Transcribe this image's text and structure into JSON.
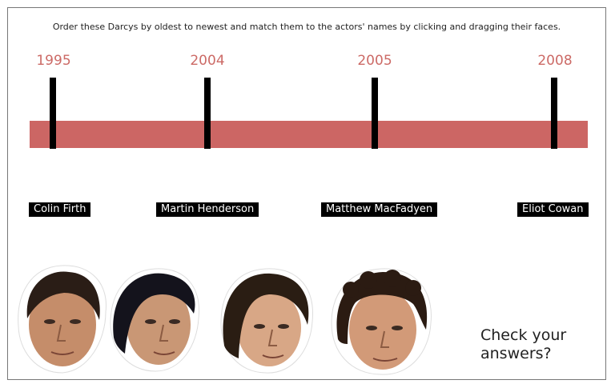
{
  "instructions": "Order these Darcys by oldest to newest and match them to the actors' names by clicking and dragging their faces.",
  "timeline": {
    "years": [
      "1995",
      "2004",
      "2005",
      "2008"
    ],
    "bar_color": "#cc6664",
    "year_color": "#cc6a66"
  },
  "actors": [
    "Colin Firth",
    "Martin Henderson",
    "Matthew MacFadyen",
    "Eliot Cowan"
  ],
  "faces": [
    {
      "icon": "actor-face-1-icon"
    },
    {
      "icon": "actor-face-2-icon"
    },
    {
      "icon": "actor-face-3-icon"
    },
    {
      "icon": "actor-face-4-icon"
    }
  ],
  "check_button": {
    "line1": "Check your",
    "line2": "answers?"
  }
}
